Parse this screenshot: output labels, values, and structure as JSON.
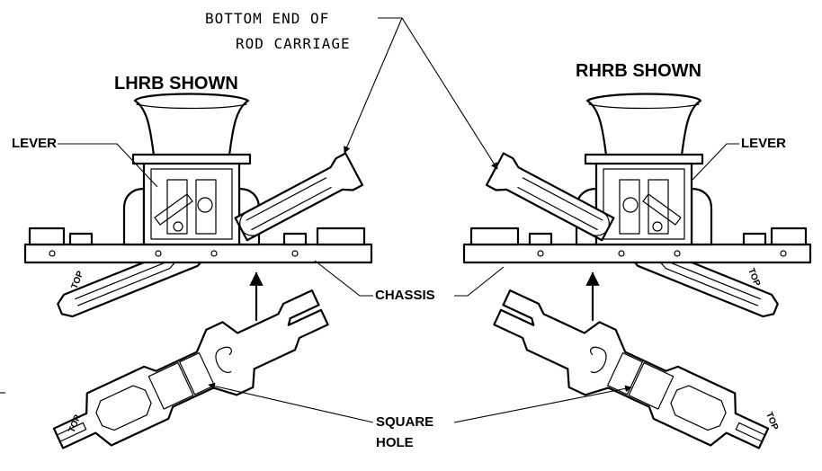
{
  "labels": {
    "bottom_end_line1": "BOTTOM END OF",
    "bottom_end_line2": "ROD CARRIAGE",
    "lhrb_title": "LHRB SHOWN",
    "rhrb_title": "RHRB SHOWN",
    "lever_left": "LEVER",
    "lever_right": "LEVER",
    "chassis": "CHASSIS",
    "square_hole_line1": "SQUARE",
    "square_hole_line2": "HOLE",
    "top_marks": [
      "TOP",
      "TOP",
      "TOP",
      "TOP"
    ]
  },
  "colors": {
    "line": "#000000",
    "background": "#ffffff"
  }
}
